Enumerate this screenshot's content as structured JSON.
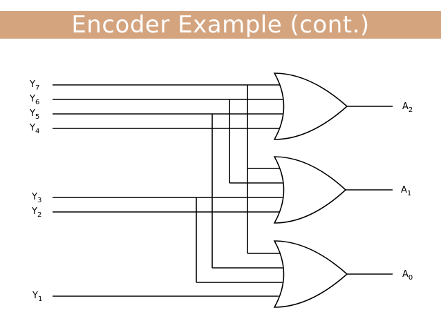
{
  "slide": {
    "title": "Encoder Example (cont.)"
  },
  "inputs": [
    {
      "base": "Y",
      "sub": "7"
    },
    {
      "base": "Y",
      "sub": "6"
    },
    {
      "base": "Y",
      "sub": "5"
    },
    {
      "base": "Y",
      "sub": "4"
    },
    {
      "base": "Y",
      "sub": "3"
    },
    {
      "base": "Y",
      "sub": "2"
    },
    {
      "base": "Y",
      "sub": "1"
    }
  ],
  "outputs": [
    {
      "base": "A",
      "sub": "2"
    },
    {
      "base": "A",
      "sub": "1"
    },
    {
      "base": "A",
      "sub": "0"
    }
  ],
  "gates": [
    "OR",
    "OR",
    "OR"
  ]
}
